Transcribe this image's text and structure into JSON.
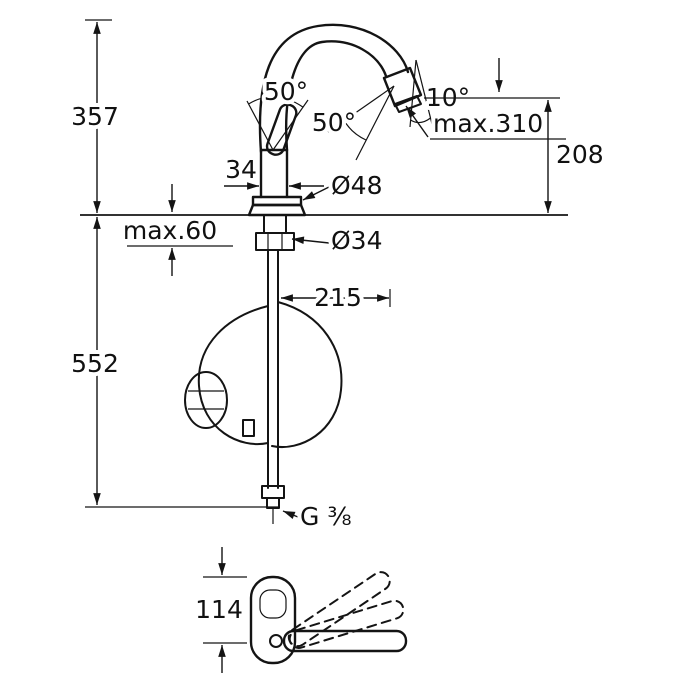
{
  "page": {
    "background": "#ffffff",
    "line_color": "#141414"
  },
  "drawing": {
    "kind": "technical dimension drawing",
    "subject": "pull-out single-lever kitchen faucet, side elevation with installation dimensions and top view of lever swing range",
    "units": "mm"
  },
  "dimensions": {
    "height_above_deck": "357",
    "length_below_deck": "552",
    "lever_width": "34",
    "max_deck_thickness": "max.60",
    "lever_swing_angle": "50°",
    "spout_swivel_angle": "50°",
    "outlet_tilt_angle": "10°",
    "max_spout_height": "max.310",
    "outlet_to_deck_height": "208",
    "base_diameter": "Ø48",
    "hole_diameter": "Ø34",
    "hose_projection": "215",
    "thread_size": "G ³⁄₈",
    "top_view_depth": "114"
  }
}
